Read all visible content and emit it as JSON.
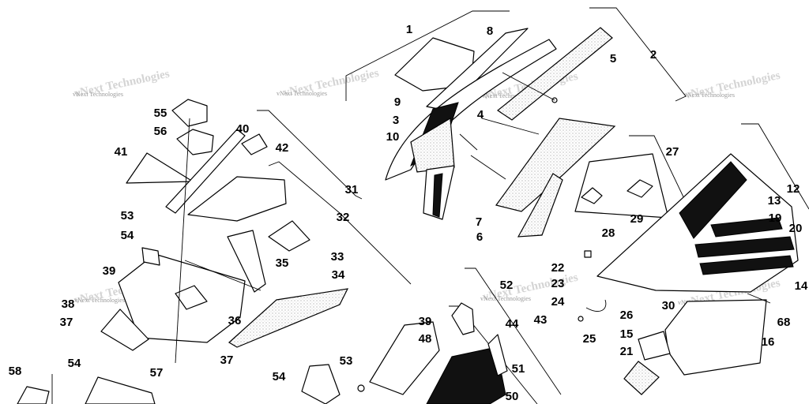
{
  "watermark": "vNext Technologies",
  "callouts": [
    "1",
    "2",
    "3",
    "4",
    "5",
    "6",
    "7",
    "8",
    "9",
    "10",
    "12",
    "13",
    "14",
    "15",
    "16",
    "19",
    "20",
    "21",
    "22",
    "23",
    "24",
    "25",
    "26",
    "27",
    "28",
    "29",
    "30",
    "31",
    "32",
    "33",
    "34",
    "35",
    "36",
    "37",
    "38",
    "39",
    "40",
    "41",
    "42",
    "43",
    "44",
    "48",
    "50",
    "51",
    "52",
    "53",
    "54",
    "55",
    "56",
    "57",
    "58",
    "68"
  ]
}
